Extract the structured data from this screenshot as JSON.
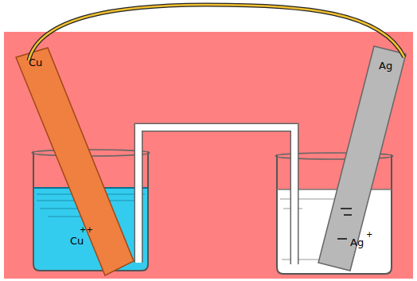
{
  "diagram": {
    "labels": [
      "Cu",
      "++",
      "Cu",
      "Ag",
      "Ag",
      "+"
    ]
  }
}
